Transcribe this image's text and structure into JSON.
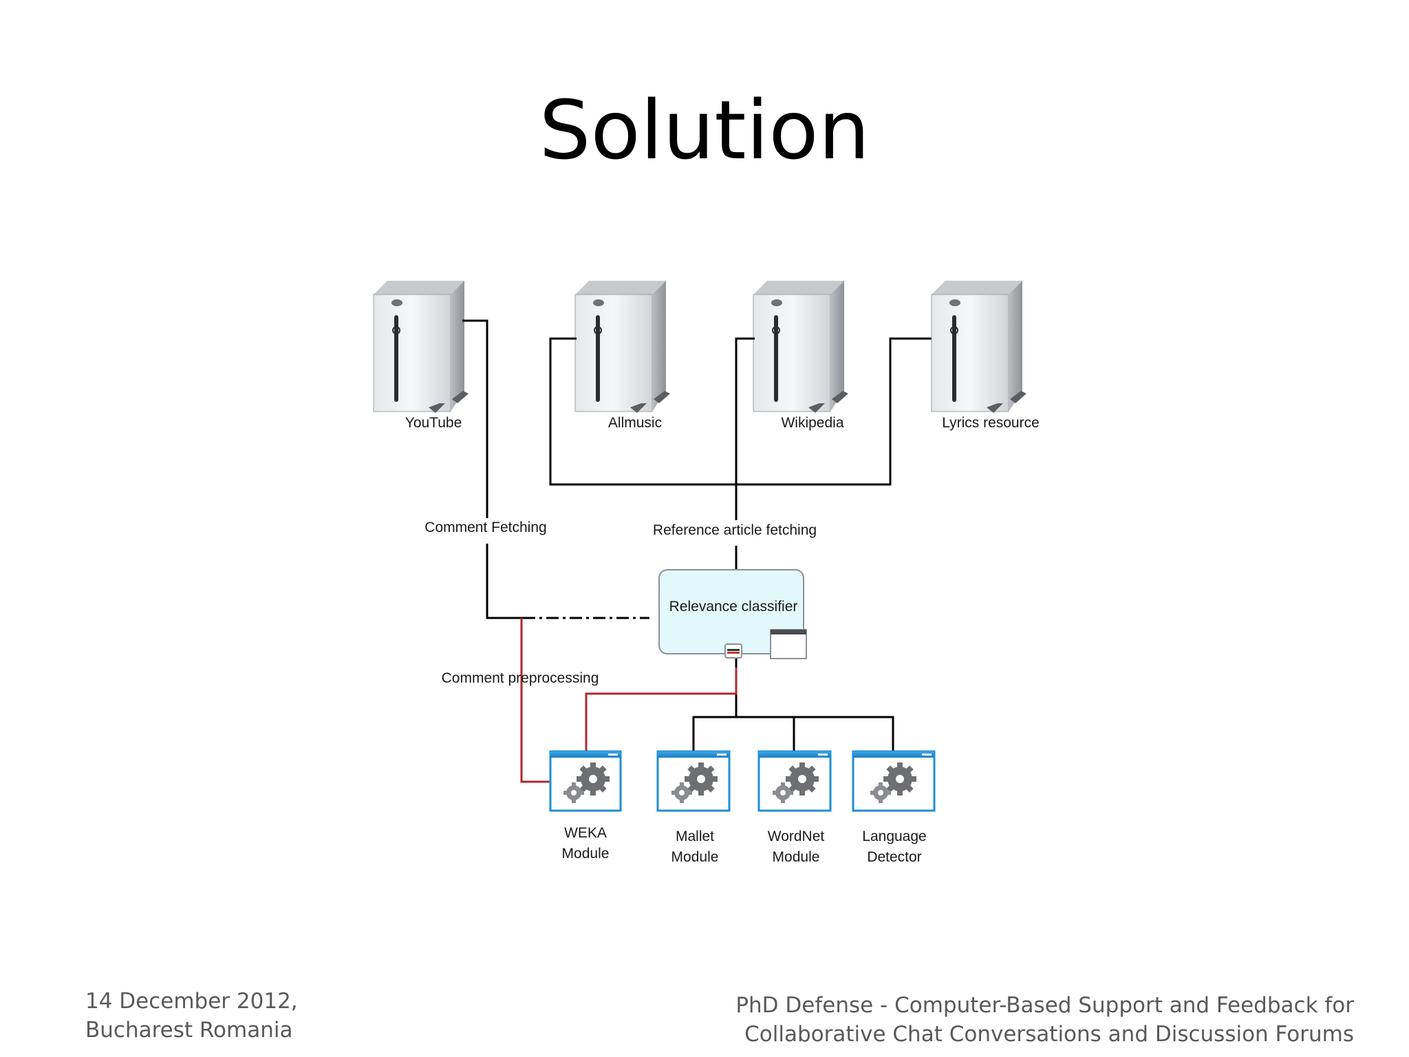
{
  "slide": {
    "title": "Solution"
  },
  "diagram": {
    "servers": [
      {
        "id": "youtube",
        "label": "YouTube"
      },
      {
        "id": "allmusic",
        "label": "Allmusic"
      },
      {
        "id": "wikipedia",
        "label": "Wikipedia"
      },
      {
        "id": "lyrics",
        "label": "Lyrics resource"
      }
    ],
    "edge_labels": {
      "comment_fetching": "Comment Fetching",
      "reference_fetching": "Reference article fetching",
      "comment_preprocessing": "Comment preprocessing"
    },
    "classifier": {
      "label": "Relevance classifier"
    },
    "modules": [
      {
        "id": "weka",
        "line1": "WEKA",
        "line2": "Module"
      },
      {
        "id": "mallet",
        "line1": "Mallet",
        "line2": "Module"
      },
      {
        "id": "wordnet",
        "line1": "WordNet",
        "line2": "Module"
      },
      {
        "id": "langdetect",
        "line1": "Language",
        "line2": "Detector"
      }
    ],
    "colors": {
      "line": "#000000",
      "accent_line": "#b0262c",
      "classifier_fill": "#e3f8fb",
      "module_border": "#1e8fd4"
    }
  },
  "footer": {
    "date": "14 December 2012,",
    "place": "Bucharest Romania",
    "title_line1": "PhD Defense - Computer-Based Support and Feedback for",
    "title_line2": "Collaborative Chat Conversations and Discussion Forums"
  }
}
